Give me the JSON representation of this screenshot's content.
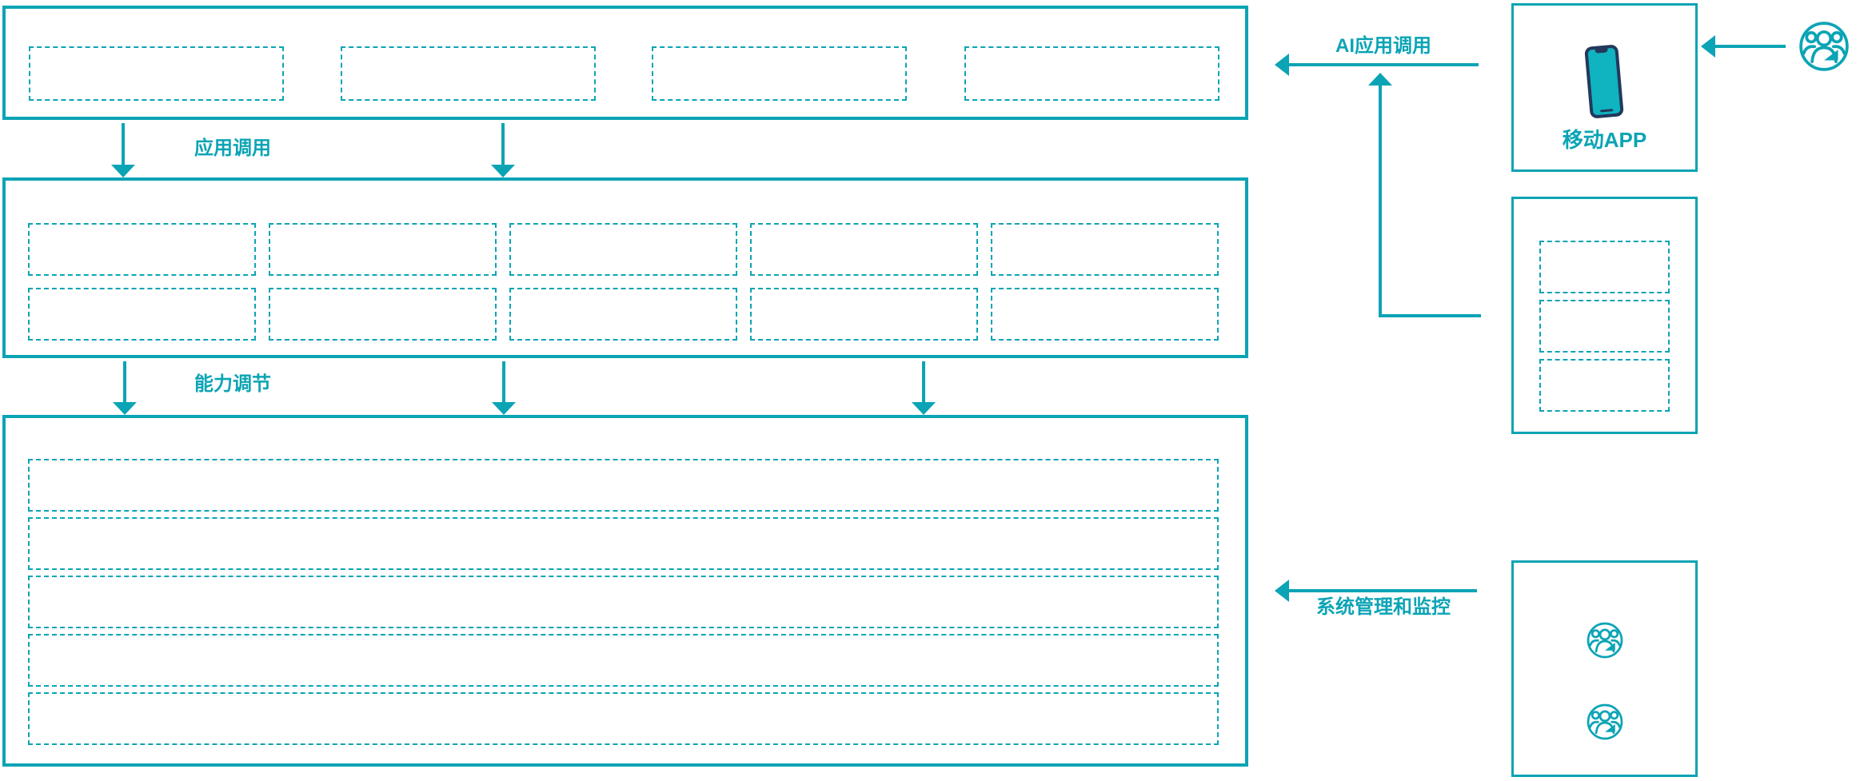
{
  "labels": {
    "app_call": "应用调用",
    "capability_adjust": "能力调节",
    "ai_app_call": "AI应用调用",
    "mobile_app": "移动APP",
    "system_monitor": "系统管理和监控"
  },
  "colors": {
    "accent": "#0ba4b5",
    "phone_outline": "#22395c",
    "phone_screen": "#10b3c0",
    "background": "#ffffff"
  },
  "placeholders": {
    "app_layer": 4,
    "capability_row1": 5,
    "capability_row2": 5,
    "platform_rows": 5,
    "server_panels": 3
  },
  "icons": {
    "user_group": "users-group-icon",
    "user_group_count_monitor": 2,
    "mobile_phone": "smartphone-icon"
  }
}
